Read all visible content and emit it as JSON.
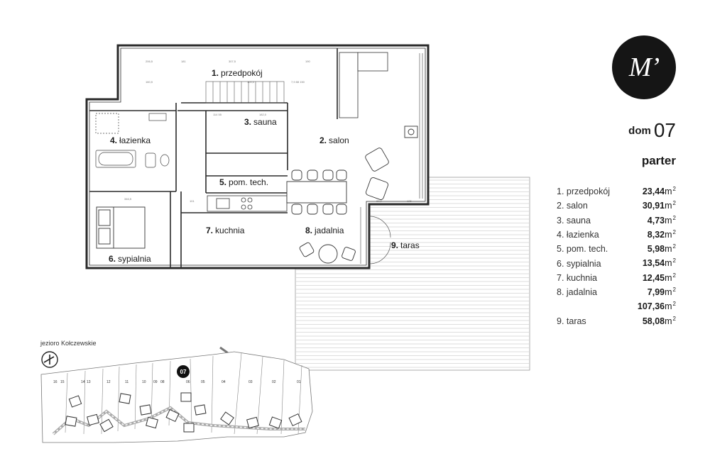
{
  "brand": {
    "logo_text": "M’"
  },
  "house": {
    "label": "dom",
    "number": "07"
  },
  "floor": "parter",
  "unit_sup": "2",
  "rooms": [
    {
      "name": "1. przedpokój",
      "area": "23,44",
      "unit": "m"
    },
    {
      "name": "2. salon",
      "area": "30,91",
      "unit": "m"
    },
    {
      "name": "3. sauna",
      "area": "4,73",
      "unit": "m"
    },
    {
      "name": "4. łazienka",
      "area": "8,32",
      "unit": "m"
    },
    {
      "name": "5. pom. tech.",
      "area": "5,98",
      "unit": "m"
    },
    {
      "name": "6. sypialnia",
      "area": "13,54",
      "unit": "m"
    },
    {
      "name": "7. kuchnia",
      "area": "12,45",
      "unit": "m"
    },
    {
      "name": "8. jadalnia",
      "area": "7,99",
      "unit": "m"
    }
  ],
  "total": {
    "area": "107,36",
    "unit": "m"
  },
  "terrace": {
    "name": "9. taras",
    "area": "58,08",
    "unit": "m"
  },
  "plan_labels": {
    "r1": {
      "num": "1.",
      "name": "przedpokój"
    },
    "r2": {
      "num": "2.",
      "name": "salon"
    },
    "r3": {
      "num": "3.",
      "name": "sauna"
    },
    "r4": {
      "num": "4.",
      "name": "łazienka"
    },
    "r5": {
      "num": "5.",
      "name": "pom. tech."
    },
    "r6": {
      "num": "6.",
      "name": "sypialnia"
    },
    "r7": {
      "num": "7.",
      "name": "kuchnia"
    },
    "r8": {
      "num": "8.",
      "name": "jadalnia"
    },
    "r9": {
      "num": "9.",
      "name": "taras"
    }
  },
  "site_map": {
    "lake_label": "jezioro Kołczewskie",
    "current_plot": "07",
    "plot_labels": [
      "16",
      "15",
      "14",
      "13",
      "12",
      "11",
      "10",
      "09",
      "08",
      "06",
      "05",
      "04",
      "03",
      "02",
      "01"
    ]
  }
}
